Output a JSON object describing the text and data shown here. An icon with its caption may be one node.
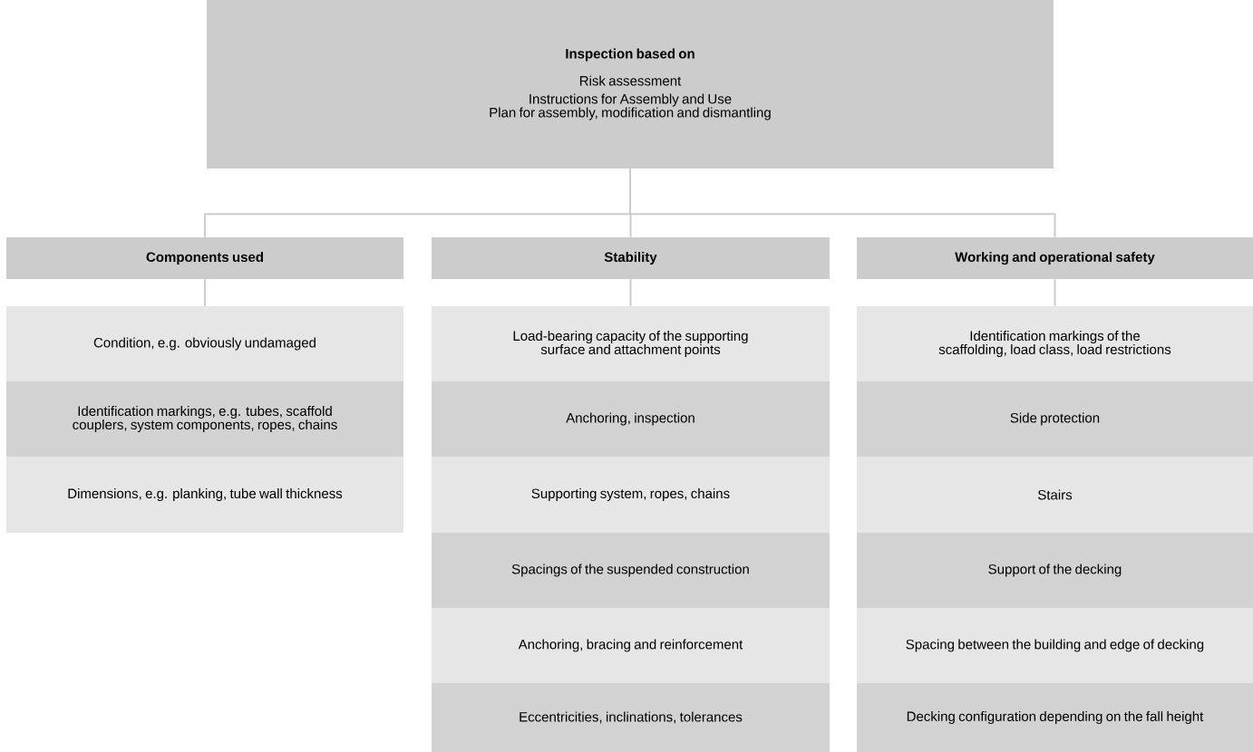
{
  "diagram": {
    "nodes": [
      {
        "text": [
          "Inspection based on",
          "Risk assessment",
          "Instructions for Assembly and Use",
          "Plan for assembly, modification and dismantling"
        ]
      },
      {
        "text": [
          "Components used"
        ]
      },
      {
        "text": [
          "Stability"
        ]
      },
      {
        "text": [
          "Working and operational safety"
        ]
      },
      {
        "text": [
          "Condition, e.g. obviously undamaged"
        ]
      },
      {
        "text": [
          "Identification markings, e.g. tubes, scaffold couplers, system components, ropes, chains"
        ]
      },
      {
        "text": [
          "Dimensions, e.g. planking, tube wall thickness"
        ]
      },
      {
        "text": [
          "Load-bearing capacity of the supporting surface and attachment points"
        ]
      },
      {
        "text": [
          "Anchoring, inspection"
        ]
      },
      {
        "text": [
          "Supporting system, ropes, chains"
        ]
      },
      {
        "text": [
          "Spacings of the suspended construction"
        ]
      },
      {
        "text": [
          "Anchoring, bracing and reinforcement"
        ]
      },
      {
        "text": [
          "Eccentricities, inclinations, tolerances"
        ]
      },
      {
        "text": [
          "Identification markings of the scaffolding, load class, load restrictions"
        ]
      },
      {
        "text": [
          "Side protection"
        ]
      },
      {
        "text": [
          "Stairs"
        ]
      },
      {
        "text": [
          "Support of the decking"
        ]
      },
      {
        "text": [
          "Spacing between the building and edge of decking"
        ]
      },
      {
        "text": [
          "Decking configuration depending on the fall height"
        ]
      }
    ],
    "edges": [
      {
        "from": 0,
        "to": 1,
        "arrow": "none"
      },
      {
        "from": 0,
        "to": 2,
        "arrow": "none"
      },
      {
        "from": 0,
        "to": 3,
        "arrow": "none"
      },
      {
        "from": 1,
        "to": 4,
        "arrow": "none"
      },
      {
        "from": 2,
        "to": 7,
        "arrow": "none"
      },
      {
        "from": 3,
        "to": 13,
        "arrow": "none"
      }
    ]
  }
}
